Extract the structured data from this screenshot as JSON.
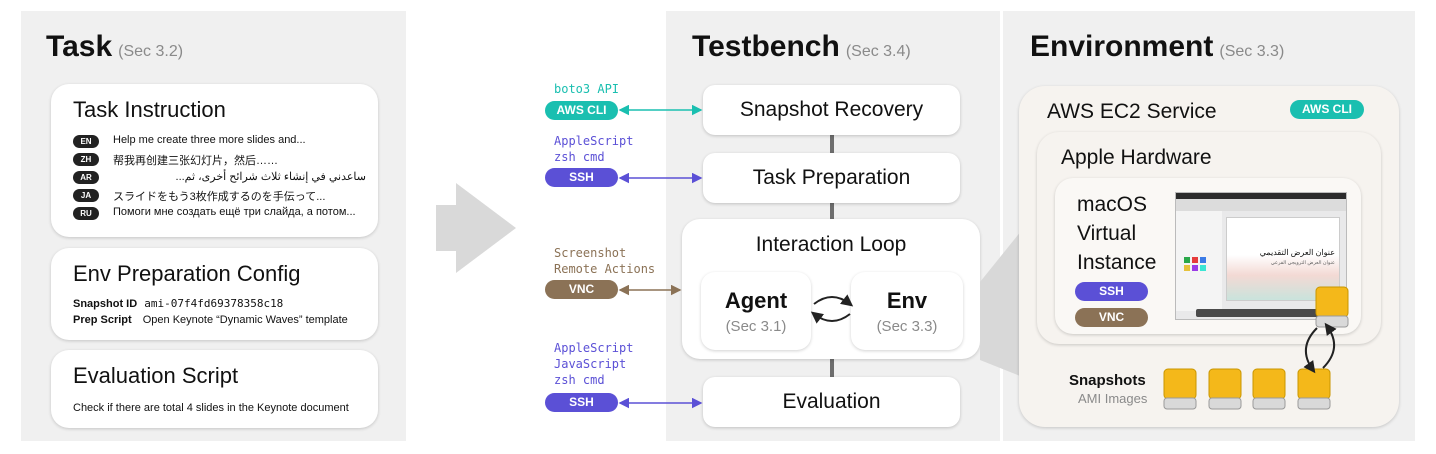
{
  "task": {
    "title": "Task",
    "sec": "(Sec 3.2)",
    "instruction": {
      "title": "Task Instruction",
      "langs": [
        {
          "code": "EN",
          "text": "Help me create three more slides and..."
        },
        {
          "code": "ZH",
          "text": "帮我再创建三张幻灯片，然后……"
        },
        {
          "code": "AR",
          "text": "ساعدني في إنشاء ثلاث شرائح أخرى، ثم..."
        },
        {
          "code": "JA",
          "text": "スライドをもう3枚作成するのを手伝って..."
        },
        {
          "code": "RU",
          "text": "Помоги мне создать ещё три слайда, а потом..."
        }
      ]
    },
    "env_config": {
      "title": "Env Preparation Config",
      "snapshot_key": "Snapshot ID",
      "snapshot_val": "ami-07f4fd69378358c18",
      "prep_key": "Prep Script",
      "prep_val": "Open Keynote “Dynamic Waves” template"
    },
    "evaluation": {
      "title": "Evaluation Script",
      "text": "Check if there are total 4 slides in the Keynote document"
    }
  },
  "protocols": {
    "boto3": "boto3 API",
    "aws_cli": "AWS CLI",
    "applescript1": "AppleScript",
    "zsh1": "zsh cmd",
    "ssh1": "SSH",
    "screenshot": "Screenshot",
    "remote": "Remote Actions",
    "vnc": "VNC",
    "applescript2": "AppleScript",
    "javascript": "JavaScript",
    "zsh2": "zsh cmd",
    "ssh2": "SSH"
  },
  "testbench": {
    "title": "Testbench",
    "sec": "(Sec 3.4)",
    "steps": {
      "snapshot": "Snapshot Recovery",
      "prep": "Task Preparation",
      "loop": "Interaction Loop",
      "eval": "Evaluation"
    },
    "agent": {
      "title": "Agent",
      "sec": "(Sec 3.1)"
    },
    "env": {
      "title": "Env",
      "sec": "(Sec 3.3)"
    }
  },
  "environment": {
    "title": "Environment",
    "sec": "(Sec 3.3)",
    "aws": "AWS EC2 Service",
    "aws_tag": "AWS CLI",
    "apple": "Apple Hardware",
    "macos_l1": "macOS",
    "macos_l2": "Virtual",
    "macos_l3": "Instance",
    "ssh": "SSH",
    "vnc": "VNC",
    "slide_title": "عنوان العرض التقديمي",
    "slide_subtitle": "عنوان العرض الترويجي الفرعي",
    "snapshots": "Snapshots",
    "ami": "AMI Images"
  },
  "colors": {
    "aws": "#1abfb0",
    "ssh": "#5b50d6",
    "vnc": "#8b7256",
    "disk": "#f4b81a"
  }
}
